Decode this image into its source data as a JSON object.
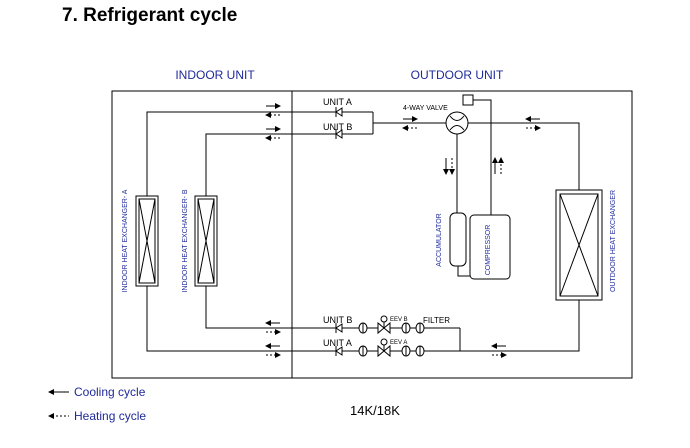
{
  "page": {
    "title": "7. Refrigerant cycle",
    "model": "14K/18K"
  },
  "diagram": {
    "indoor_unit_label": "INDOOR UNIT",
    "outdoor_unit_label": "OUTDOOR UNIT",
    "indoor_hx_a": "INDOOR HEAT EXCHANGER- A",
    "indoor_hx_b": "INDOOR HEAT EXCHANGER- B",
    "outdoor_hx": "OUTDOOR HEAT EXCHANGER",
    "valve_4way": "4-WAY VALVE",
    "accumulator": "ACCUMULATOR",
    "compressor": "COMPRESSOR",
    "filter": "FILTER",
    "unit_a_top": "UNIT A",
    "unit_b_top": "UNIT B",
    "unit_b_bottom": "UNIT B",
    "unit_a_bottom": "UNIT A",
    "eev_b": "EEV B",
    "eev_a": "EEV A"
  },
  "legend": {
    "cooling": "Cooling cycle",
    "heating": "Heating cycle"
  },
  "colors": {
    "line": "#000000",
    "label_blue": "#1f2a9a"
  }
}
